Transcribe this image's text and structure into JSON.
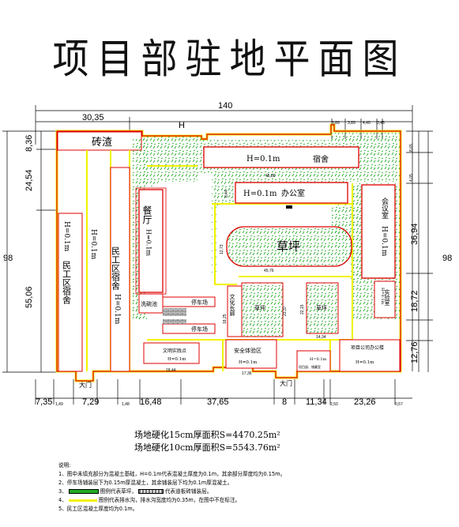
{
  "title": "项目部驻地平面图",
  "dimensions": {
    "top_total": "140",
    "top_left": "30,35",
    "top_H": "H",
    "top_right": [
      "3,89",
      "3,89",
      "4,40",
      "0,45"
    ],
    "left_side": [
      "8,36",
      "24,54",
      "55,06"
    ],
    "left_total": "98",
    "right_total": "98",
    "right_side": [
      "8,65",
      "4,05",
      "36,94",
      "18,72",
      "12,76"
    ],
    "bottom": [
      "7,35",
      "1,49",
      "7,29",
      "1,48",
      "16,48",
      "37,65",
      "8",
      "11,34",
      "2,50",
      "23,26",
      "0,57"
    ],
    "inner": {
      "dorm_w": "45,86",
      "office_h": "8,44",
      "lawn_w": "45,76",
      "lawn_h": "12,73",
      "culture_h": "18,25",
      "lawn2_h": "23,37",
      "lawn3_h": "22,15",
      "lawn3_w": "14,34",
      "civil_w": "18,44",
      "safety_w": "17,36"
    }
  },
  "labels": {
    "gravel": "砖渣",
    "dorm": "宿舍",
    "dorm_h": "H=0.1m",
    "office": "办公室",
    "office_h": "H=0.1m",
    "meeting": "会议室",
    "meeting_h": "H=0.1m",
    "canteen": "餐厅",
    "canteen_h": "H=0.1m",
    "lawn": "草坪",
    "worker_dorm_left": "民工区宿舍",
    "worker_h_left": "H=0.1m",
    "worker_h_mid": "H=0.1m",
    "worker_dorm_right": "民工区宿舍",
    "worker_h_right": "H=0.1m",
    "wash": "洗碗池",
    "parking1": "停车场",
    "parking2": "停车场",
    "culture": "文化长廊",
    "lawn2": "草坪",
    "lawn3": "草坪",
    "lab_room": "实验室",
    "lab_h": "H=0.1m",
    "civil": "文明实践点",
    "civil_h": "H=0.1m",
    "safety": "安全体验区",
    "safety_h": "H=0.1m",
    "company": "项目公司办公楼",
    "company_h": "H=0.1m",
    "company_sub": "项目部、储藏室",
    "company_sub_h": "H=0.1m",
    "gate1": "大门",
    "gate2": "大门"
  },
  "stats": {
    "line1": "场地硬化15cm厚面积S=4470.25m²",
    "line2": "场地硬化10cm厚面积S=5543.76m²"
  },
  "notes": {
    "heading": "说明:",
    "n1": "1、图中未填充部分为混凝土基础，H=0.1m代表混凝土厚度为0.1m，其余部分厚度均为0.15m。",
    "n2": "2、停车场铺装层下为0.15m厚混凝土，其余铺装层下均为0.1m厚混凝土。",
    "n3_num": "3、",
    "n3_a": "图例代表草坪，",
    "n3_b": "代表道板砖铺装层。",
    "n4_num": "4、",
    "n4": "图例代表排水沟，排水沟宽度均为0.35m，在图中不在标注。",
    "n5": "5、民工区混凝土厚度均为0.1m。"
  },
  "colors": {
    "wall": "#e00000",
    "lawn": "#22aa22",
    "drain": "#f2f200",
    "paving": "#888888"
  }
}
